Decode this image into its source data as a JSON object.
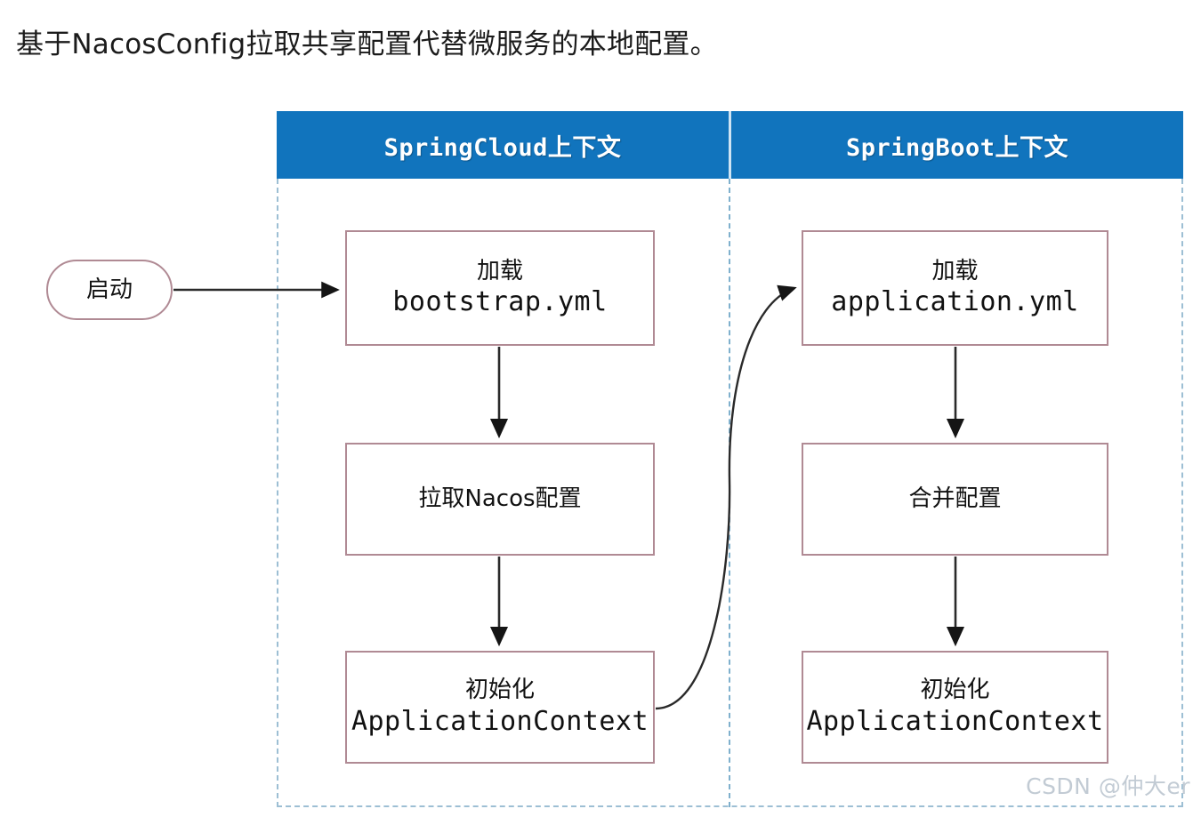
{
  "page": {
    "title": "基于NacosConfig拉取共享配置代替微服务的本地配置。",
    "watermark": "CSDN @仲大er",
    "background_color": "#ffffff"
  },
  "colors": {
    "header_blue": "#1174bd",
    "header_divider": "#cfe4f3",
    "lane_dashed_border": "#9dbfd4",
    "node_border": "#b08a94",
    "node_fill": "#ffffff",
    "connector": "#2a2a2a",
    "title_text": "#1b1b1b",
    "watermark_text": "#c2cbd4"
  },
  "diagram": {
    "type": "flowchart-swimlane",
    "lanes": [
      {
        "id": "springcloud",
        "label": "SpringCloud上下文"
      },
      {
        "id": "springboot",
        "label": "SpringBoot上下文"
      }
    ],
    "nodes": [
      {
        "id": "start",
        "shape": "pill",
        "lane": "outside",
        "lines": [
          "启动"
        ]
      },
      {
        "id": "load-bootstrap",
        "shape": "rect",
        "lane": "springcloud",
        "lines": [
          "加载",
          "bootstrap.yml"
        ]
      },
      {
        "id": "pull-nacos",
        "shape": "rect",
        "lane": "springcloud",
        "lines": [
          "拉取Nacos配置"
        ]
      },
      {
        "id": "init-cloud-context",
        "shape": "rect",
        "lane": "springcloud",
        "lines": [
          "初始化",
          "ApplicationContext"
        ]
      },
      {
        "id": "load-application",
        "shape": "rect",
        "lane": "springboot",
        "lines": [
          "加载",
          "application.yml"
        ]
      },
      {
        "id": "merge-config",
        "shape": "rect",
        "lane": "springboot",
        "lines": [
          "合并配置"
        ]
      },
      {
        "id": "init-boot-context",
        "shape": "rect",
        "lane": "springboot",
        "lines": [
          "初始化",
          "ApplicationContext"
        ]
      }
    ],
    "edges": [
      {
        "from": "start",
        "to": "load-bootstrap",
        "style": "straight-horizontal",
        "label": ""
      },
      {
        "from": "load-bootstrap",
        "to": "pull-nacos",
        "style": "straight-vertical",
        "label": ""
      },
      {
        "from": "pull-nacos",
        "to": "init-cloud-context",
        "style": "straight-vertical",
        "label": ""
      },
      {
        "from": "init-cloud-context",
        "to": "load-application",
        "style": "curved-s",
        "label": ""
      },
      {
        "from": "load-application",
        "to": "merge-config",
        "style": "straight-vertical",
        "label": ""
      },
      {
        "from": "merge-config",
        "to": "init-boot-context",
        "style": "straight-vertical",
        "label": ""
      }
    ]
  }
}
